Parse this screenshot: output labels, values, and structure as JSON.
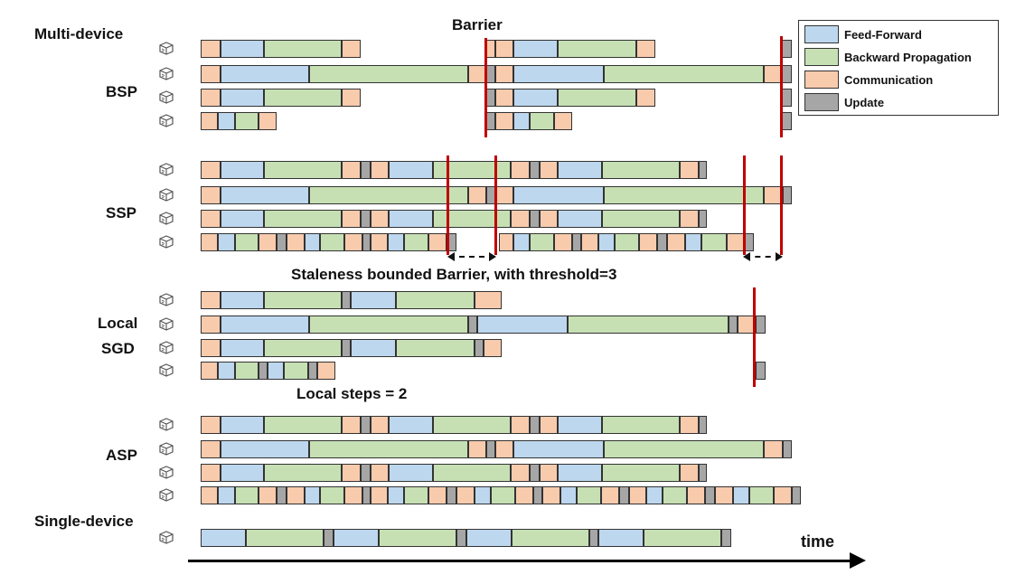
{
  "colors": {
    "F": "#bdd7ee",
    "B": "#c6e0b4",
    "C": "#f8cbad",
    "U": "#a6a6a6",
    "barrier": "#c00000"
  },
  "legend": [
    {
      "key": "F",
      "label": "Feed-Forward"
    },
    {
      "key": "B",
      "label": "Backward Propagation"
    },
    {
      "key": "C",
      "label": "Communication"
    },
    {
      "key": "U",
      "label": "Update"
    }
  ],
  "labels": {
    "multi_device": "Multi-device",
    "barrier": "Barrier",
    "bsp": "BSP",
    "ssp": "SSP",
    "staleness": "Staleness bounded Barrier, with threshold=3",
    "local_line1": "Local",
    "local_line2": "SGD",
    "local_steps": "Local steps = 2",
    "asp": "ASP",
    "single_device": "Single-device",
    "time": "time"
  },
  "icons": {
    "device": "computer-icon",
    "time_axis": "arrow-right-icon"
  },
  "lanes": {
    "bsp": [
      [
        [
          "C",
          222,
          244
        ],
        [
          "F",
          244,
          292
        ],
        [
          "B",
          292,
          378
        ],
        [
          "C",
          378,
          399
        ],
        [
          "C",
          537,
          548
        ],
        [
          "C",
          548,
          568
        ],
        [
          "F",
          568,
          617
        ],
        [
          "B",
          617,
          704
        ],
        [
          "C",
          704,
          725
        ],
        [
          "U",
          864,
          876
        ]
      ],
      [
        [
          "C",
          222,
          244
        ],
        [
          "F",
          244,
          342
        ],
        [
          "B",
          342,
          518
        ],
        [
          "C",
          518,
          538
        ],
        [
          "U",
          538,
          548
        ],
        [
          "C",
          548,
          568
        ],
        [
          "F",
          568,
          668
        ],
        [
          "B",
          668,
          845
        ],
        [
          "C",
          845,
          864
        ],
        [
          "U",
          864,
          876
        ]
      ],
      [
        [
          "C",
          222,
          244
        ],
        [
          "F",
          244,
          292
        ],
        [
          "B",
          292,
          378
        ],
        [
          "C",
          378,
          399
        ],
        [
          "U",
          538,
          548
        ],
        [
          "C",
          548,
          568
        ],
        [
          "F",
          568,
          617
        ],
        [
          "B",
          617,
          704
        ],
        [
          "C",
          704,
          725
        ],
        [
          "U",
          864,
          876
        ]
      ],
      [
        [
          "C",
          222,
          241
        ],
        [
          "F",
          241,
          260
        ],
        [
          "B",
          260,
          286
        ],
        [
          "C",
          286,
          306
        ],
        [
          "U",
          538,
          548
        ],
        [
          "C",
          548,
          568
        ],
        [
          "F",
          568,
          586
        ],
        [
          "B",
          586,
          613
        ],
        [
          "C",
          613,
          633
        ],
        [
          "U",
          864,
          876
        ]
      ]
    ],
    "ssp": [
      [
        [
          "C",
          222,
          244
        ],
        [
          "F",
          244,
          292
        ],
        [
          "B",
          292,
          378
        ],
        [
          "C",
          378,
          399
        ],
        [
          "U",
          399,
          410
        ],
        [
          "C",
          410,
          430
        ],
        [
          "F",
          430,
          479
        ],
        [
          "B",
          479,
          565
        ],
        [
          "C",
          565,
          586
        ],
        [
          "U",
          586,
          597
        ],
        [
          "C",
          597,
          617
        ],
        [
          "F",
          617,
          666
        ],
        [
          "B",
          666,
          752
        ],
        [
          "C",
          752,
          773
        ],
        [
          "U",
          773,
          782
        ]
      ],
      [
        [
          "C",
          222,
          244
        ],
        [
          "F",
          244,
          342
        ],
        [
          "B",
          342,
          518
        ],
        [
          "C",
          518,
          538
        ],
        [
          "U",
          538,
          548
        ],
        [
          "C",
          548,
          568
        ],
        [
          "F",
          568,
          668
        ],
        [
          "B",
          668,
          845
        ],
        [
          "C",
          845,
          866
        ],
        [
          "U",
          866,
          876
        ]
      ],
      [
        [
          "C",
          222,
          244
        ],
        [
          "F",
          244,
          292
        ],
        [
          "B",
          292,
          378
        ],
        [
          "C",
          378,
          399
        ],
        [
          "U",
          399,
          410
        ],
        [
          "C",
          410,
          430
        ],
        [
          "F",
          430,
          479
        ],
        [
          "B",
          479,
          565
        ],
        [
          "C",
          565,
          586
        ],
        [
          "U",
          586,
          597
        ],
        [
          "C",
          597,
          617
        ],
        [
          "F",
          617,
          666
        ],
        [
          "B",
          666,
          752
        ],
        [
          "C",
          752,
          773
        ],
        [
          "U",
          773,
          782
        ]
      ],
      [
        [
          "C",
          222,
          241
        ],
        [
          "F",
          241,
          260
        ],
        [
          "B",
          260,
          286
        ],
        [
          "C",
          286,
          306
        ],
        [
          "U",
          306,
          317
        ],
        [
          "C",
          317,
          337
        ],
        [
          "F",
          337,
          354
        ],
        [
          "B",
          354,
          381
        ],
        [
          "C",
          381,
          401
        ],
        [
          "U",
          401,
          410
        ],
        [
          "C",
          410,
          429
        ],
        [
          "F",
          429,
          447
        ],
        [
          "B",
          447,
          474
        ],
        [
          "C",
          474,
          494
        ],
        [
          "U",
          494,
          505
        ],
        [
          "C",
          552,
          568
        ],
        [
          "F",
          568,
          586
        ],
        [
          "B",
          586,
          613
        ],
        [
          "C",
          613,
          633
        ],
        [
          "U",
          633,
          643
        ],
        [
          "C",
          643,
          662
        ],
        [
          "F",
          662,
          680
        ],
        [
          "B",
          680,
          707
        ],
        [
          "C",
          707,
          727
        ],
        [
          "U",
          727,
          738
        ],
        [
          "C",
          738,
          758
        ],
        [
          "F",
          758,
          776
        ],
        [
          "B",
          776,
          804
        ],
        [
          "C",
          804,
          824
        ],
        [
          "U",
          824,
          834
        ]
      ]
    ],
    "local_sgd": [
      [
        [
          "C",
          222,
          244
        ],
        [
          "F",
          244,
          292
        ],
        [
          "B",
          292,
          378
        ],
        [
          "U",
          378,
          388
        ],
        [
          "F",
          388,
          438
        ],
        [
          "B",
          438,
          525
        ],
        [
          "C",
          525,
          555
        ]
      ],
      [
        [
          "C",
          222,
          244
        ],
        [
          "F",
          244,
          342
        ],
        [
          "B",
          342,
          518
        ],
        [
          "U",
          518,
          528
        ],
        [
          "F",
          528,
          628
        ],
        [
          "B",
          628,
          806
        ],
        [
          "U",
          806,
          816
        ],
        [
          "C",
          816,
          836
        ],
        [
          "U",
          836,
          847
        ]
      ],
      [
        [
          "C",
          222,
          244
        ],
        [
          "F",
          244,
          292
        ],
        [
          "B",
          292,
          378
        ],
        [
          "U",
          378,
          388
        ],
        [
          "F",
          388,
          438
        ],
        [
          "B",
          438,
          525
        ],
        [
          "U",
          525,
          535
        ],
        [
          "C",
          535,
          555
        ]
      ],
      [
        [
          "C",
          222,
          241
        ],
        [
          "F",
          241,
          260
        ],
        [
          "B",
          260,
          286
        ],
        [
          "U",
          286,
          296
        ],
        [
          "F",
          296,
          314
        ],
        [
          "B",
          314,
          341
        ],
        [
          "U",
          341,
          351
        ],
        [
          "C",
          351,
          371
        ],
        [
          "U",
          836,
          847
        ]
      ]
    ],
    "asp": [
      [
        [
          "C",
          222,
          244
        ],
        [
          "F",
          244,
          292
        ],
        [
          "B",
          292,
          378
        ],
        [
          "C",
          378,
          399
        ],
        [
          "U",
          399,
          410
        ],
        [
          "C",
          410,
          430
        ],
        [
          "F",
          430,
          479
        ],
        [
          "B",
          479,
          565
        ],
        [
          "C",
          565,
          586
        ],
        [
          "U",
          586,
          597
        ],
        [
          "C",
          597,
          617
        ],
        [
          "F",
          617,
          666
        ],
        [
          "B",
          666,
          752
        ],
        [
          "C",
          752,
          773
        ],
        [
          "U",
          773,
          782
        ]
      ],
      [
        [
          "C",
          222,
          244
        ],
        [
          "F",
          244,
          342
        ],
        [
          "B",
          342,
          518
        ],
        [
          "C",
          518,
          538
        ],
        [
          "U",
          538,
          548
        ],
        [
          "C",
          548,
          568
        ],
        [
          "F",
          568,
          668
        ],
        [
          "B",
          668,
          845
        ],
        [
          "C",
          845,
          866
        ],
        [
          "U",
          866,
          876
        ]
      ],
      [
        [
          "C",
          222,
          244
        ],
        [
          "F",
          244,
          292
        ],
        [
          "B",
          292,
          378
        ],
        [
          "C",
          378,
          399
        ],
        [
          "U",
          399,
          410
        ],
        [
          "C",
          410,
          430
        ],
        [
          "F",
          430,
          479
        ],
        [
          "B",
          479,
          565
        ],
        [
          "C",
          565,
          586
        ],
        [
          "U",
          586,
          597
        ],
        [
          "C",
          597,
          617
        ],
        [
          "F",
          617,
          666
        ],
        [
          "B",
          666,
          752
        ],
        [
          "C",
          752,
          773
        ],
        [
          "U",
          773,
          782
        ]
      ],
      [
        [
          "C",
          222,
          241
        ],
        [
          "F",
          241,
          260
        ],
        [
          "B",
          260,
          286
        ],
        [
          "C",
          286,
          306
        ],
        [
          "U",
          306,
          317
        ],
        [
          "C",
          317,
          337
        ],
        [
          "F",
          337,
          354
        ],
        [
          "B",
          354,
          381
        ],
        [
          "C",
          381,
          401
        ],
        [
          "U",
          401,
          410
        ],
        [
          "C",
          410,
          429
        ],
        [
          "F",
          429,
          447
        ],
        [
          "B",
          447,
          474
        ],
        [
          "C",
          474,
          494
        ],
        [
          "U",
          494,
          505
        ],
        [
          "C",
          505,
          525
        ],
        [
          "F",
          525,
          543
        ],
        [
          "B",
          543,
          570
        ],
        [
          "C",
          570,
          590
        ],
        [
          "U",
          590,
          600
        ],
        [
          "C",
          600,
          620
        ],
        [
          "F",
          620,
          638
        ],
        [
          "B",
          638,
          665
        ],
        [
          "C",
          665,
          685
        ],
        [
          "U",
          685,
          696
        ],
        [
          "C",
          696,
          715
        ],
        [
          "F",
          715,
          733
        ],
        [
          "B",
          733,
          760
        ],
        [
          "C",
          760,
          780
        ],
        [
          "U",
          780,
          791
        ],
        [
          "C",
          791,
          811
        ],
        [
          "F",
          811,
          829
        ],
        [
          "B",
          829,
          856
        ],
        [
          "C",
          856,
          876
        ],
        [
          "U",
          876,
          886
        ]
      ]
    ],
    "single": [
      [
        [
          "F",
          222,
          272
        ],
        [
          "B",
          272,
          358
        ],
        [
          "U",
          358,
          369
        ],
        [
          "F",
          369,
          419
        ],
        [
          "B",
          419,
          505
        ],
        [
          "U",
          505,
          516
        ],
        [
          "F",
          516,
          566
        ],
        [
          "B",
          566,
          652
        ],
        [
          "U",
          652,
          662
        ],
        [
          "F",
          662,
          712
        ],
        [
          "B",
          712,
          798
        ],
        [
          "U",
          798,
          809
        ]
      ]
    ]
  }
}
